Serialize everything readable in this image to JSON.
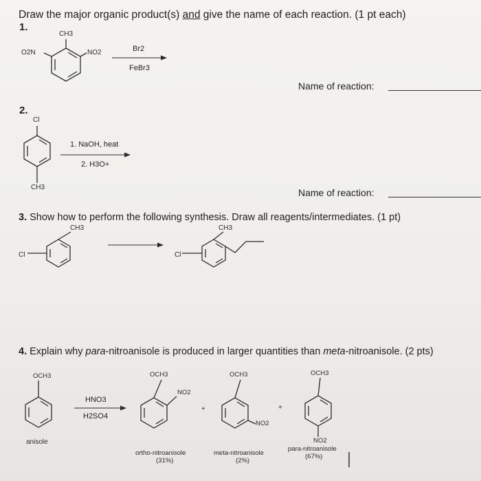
{
  "header": {
    "title_parts": [
      "Draw the major organic product(s) ",
      "and",
      " give the name of each reaction. (1 pt each)"
    ]
  },
  "q1": {
    "number": "1.",
    "sub_ch3": "CH3",
    "sub_left": "O2N",
    "sub_right": "NO2",
    "reagent_top": "Br2",
    "reagent_bottom": "FeBr3",
    "name_label": "Name of reaction:"
  },
  "q2": {
    "number": "2.",
    "sub_top": "Cl",
    "sub_bottom": "CH3",
    "reagent_1": "1. NaOH, heat",
    "reagent_2": "2. H3O+",
    "name_label": "Name of reaction:"
  },
  "q3": {
    "prompt_number": "3.",
    "prompt_text": " Show how to perform the following synthesis. Draw all reagents/intermediates. (1 pt)",
    "start_ch3": "CH3",
    "start_cl": "Cl",
    "product_ch3": "CH3",
    "product_cl": "Cl"
  },
  "q4": {
    "prompt_number": "4.",
    "prompt_a": " Explain why ",
    "prompt_italic_1": "para",
    "prompt_b": "-nitroanisole is produced in larger quantities than ",
    "prompt_italic_2": "meta",
    "prompt_c": "-nitroanisole. (2 pts)",
    "reactant_och3": "OCH3",
    "reactant_name": "anisole",
    "reagent_top": "HNO3",
    "reagent_bottom": "H2SO4",
    "products": [
      {
        "och3": "OCH3",
        "no2": "NO2",
        "name": "ortho-nitroanisole",
        "yield": "(31%)"
      },
      {
        "och3": "OCH3",
        "no2": "NO2",
        "name": "meta-nitroanisole",
        "yield": "(2%)"
      },
      {
        "och3": "OCH3",
        "no2": "NO2",
        "name": "para-nitroanisole",
        "yield": "(67%)"
      }
    ],
    "plus": "+"
  }
}
